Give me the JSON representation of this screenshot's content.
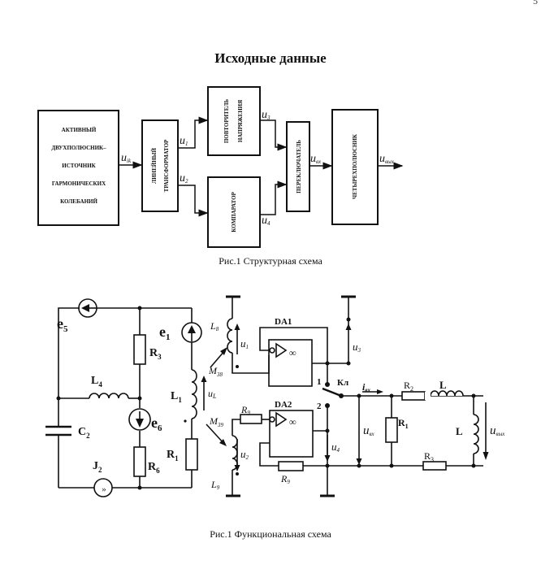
{
  "page_number": "5",
  "title": "Исходные данные",
  "structural_diagram": {
    "caption": "Рис.1 Структурная схема",
    "blocks": {
      "source": [
        "АКТИВНЫЙ",
        "ДВУХПОЛЮСНИК–",
        "ИСТОЧНИК",
        "ГАРМОНИЧЕСКИХ",
        "КОЛЕБАНИЙ"
      ],
      "transformer": [
        "ЛИНЕЙНЫЙ",
        "ТРАНСФОРМАТОР"
      ],
      "repeater": [
        "ПОВТОРИТЕЛЬ",
        "НАПРЯЖЕНИЯ"
      ],
      "comparator": "КОМПАРАТОР",
      "switch": "ПЕРЕКЛЮЧАТЕЛЬ",
      "quadripole": "ЧЕТЫРЕХПОЛЮСНИК"
    },
    "signals": {
      "u_ik": "u",
      "u_ik_sub": "ik",
      "u1": "u",
      "u1_sub": "1",
      "u2": "u",
      "u2_sub": "2",
      "u3": "u",
      "u3_sub": "3",
      "u4": "u",
      "u4_sub": "4",
      "u_in": "u",
      "u_in_sub": "вх",
      "u_out": "u",
      "u_out_sub": "вых"
    }
  },
  "functional_diagram": {
    "caption": "Рис.1 Функциональная схема",
    "labels": {
      "e5": "e",
      "e5_sub": "5",
      "e1": "e",
      "e1_sub": "1",
      "e6": "e",
      "e6_sub": "6",
      "R3": "R",
      "R3_sub": "3",
      "L4": "L",
      "L4_sub": "4",
      "L1": "L",
      "L1_sub": "1",
      "uL": "u",
      "uL_sub": "L",
      "C2": "C",
      "C2_sub": "2",
      "R1": "R",
      "R1_sub": "1",
      "R6": "R",
      "R6_sub": "6",
      "J2": "J",
      "J2_sub": "2",
      "L8": "L",
      "L8_sub": "8",
      "L9": "L",
      "L9_sub": "9",
      "M38": "M",
      "M38_sub": "38",
      "M39": "M",
      "M39_sub": "39",
      "u1": "u",
      "u1_sub": "1",
      "u2": "u",
      "u2_sub": "2",
      "u3": "u",
      "u3_sub": "3",
      "u4": "u",
      "u4_sub": "4",
      "DA1": "DA1",
      "DA2": "DA2",
      "R9a": "R",
      "R9a_sub": "9",
      "R9b": "R",
      "R9b_sub": "9",
      "inf": "∞",
      "switch_pos1": "1",
      "switch_pos2": "2",
      "switch_label": "Кл",
      "i_in": "i",
      "i_in_sub": "вх",
      "u_in": "u",
      "u_in_sub": "вх",
      "u_out": "u",
      "u_out_sub": "вых",
      "R1_load": "R",
      "R1_load_sub": "1",
      "R2": "R",
      "R2_sub": "2",
      "R3_load": "R",
      "R3_load_sub": "3",
      "L_series": "L",
      "L_shunt": "L"
    }
  }
}
